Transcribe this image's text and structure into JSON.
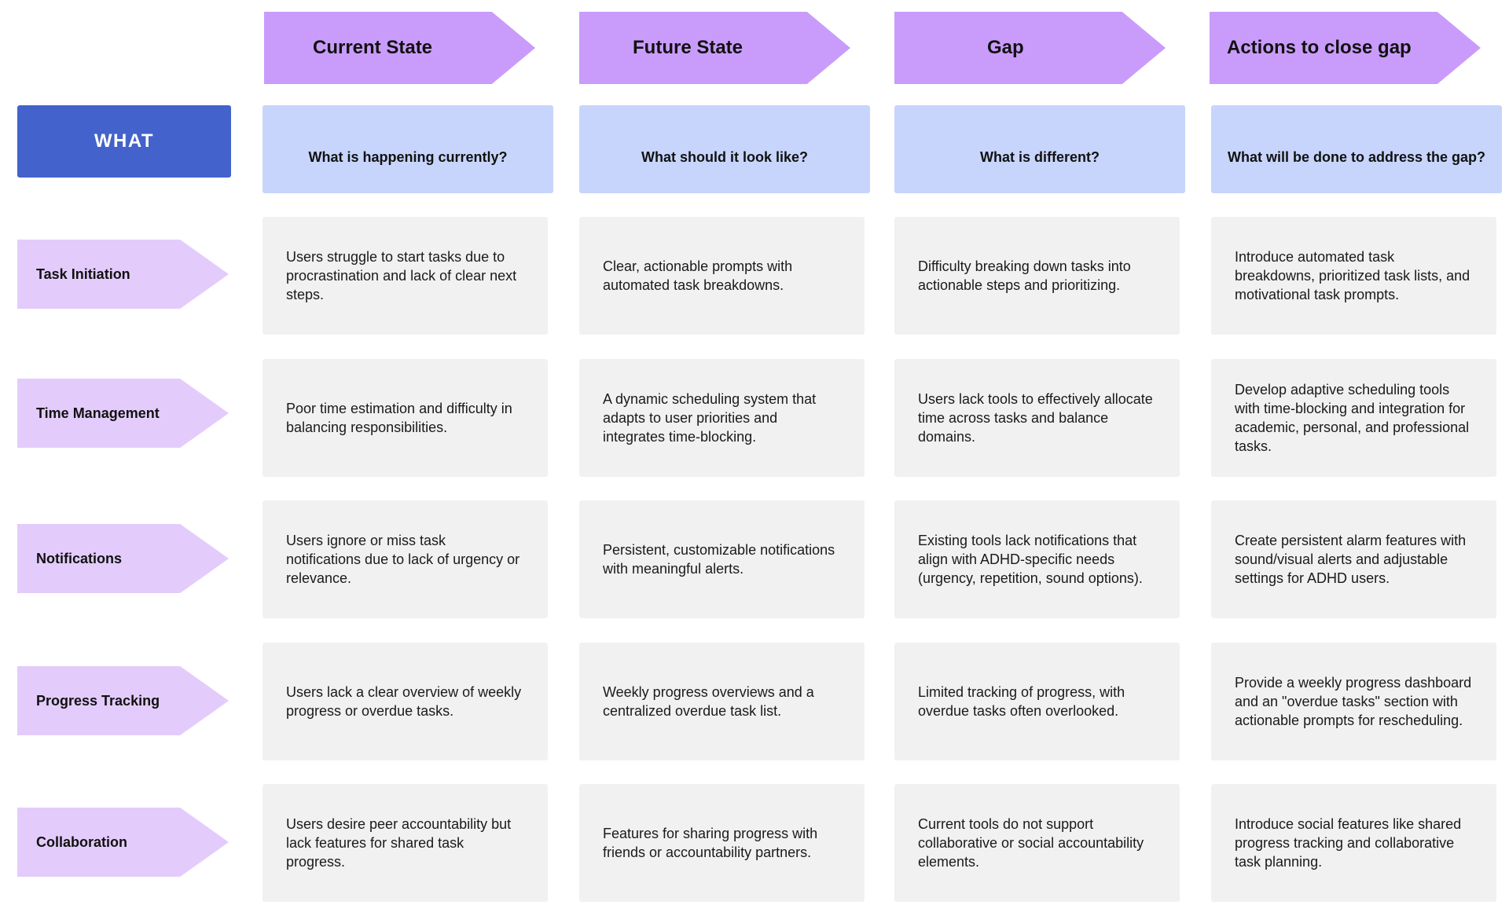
{
  "columns": [
    {
      "title": "Current State",
      "question": "What is happening currently?"
    },
    {
      "title": "Future State",
      "question": "What should it look like?"
    },
    {
      "title": "Gap",
      "question": "What is different?"
    },
    {
      "title": "Actions to close gap",
      "question": "What will be done to address the gap?"
    }
  ],
  "what_label": "WHAT",
  "rows": [
    {
      "label": "Task Initiation",
      "cells": [
        "Users struggle to start tasks due to procrastination and lack of clear next steps.",
        "Clear, actionable prompts with automated task breakdowns.",
        "Difficulty breaking down tasks into actionable steps and prioritizing.",
        "Introduce automated task breakdowns, prioritized task lists, and motivational task prompts."
      ]
    },
    {
      "label": "Time Management",
      "cells": [
        "Poor time estimation and difficulty in balancing responsibilities.",
        "A dynamic scheduling system that adapts to user priorities and integrates time-blocking.",
        "Users lack tools to effectively allocate time across tasks and balance domains.",
        "Develop adaptive scheduling tools with time-blocking and integration for academic, personal, and professional tasks."
      ]
    },
    {
      "label": "Notifications",
      "cells": [
        "Users ignore or miss task notifications due to lack of urgency or relevance.",
        "Persistent, customizable notifications with meaningful alerts.",
        "Existing tools lack notifications that align with ADHD-specific needs (urgency, repetition, sound options).",
        "Create persistent alarm features with sound/visual alerts and adjustable settings for ADHD users."
      ]
    },
    {
      "label": "Progress Tracking",
      "cells": [
        "Users lack a clear overview of weekly progress or overdue tasks.",
        "Weekly progress overviews and a centralized overdue task list.",
        "Limited tracking of progress, with overdue tasks often overlooked.",
        "Provide a weekly progress dashboard and an \"overdue tasks\" section with actionable prompts for rescheduling."
      ]
    },
    {
      "label": "Collaboration",
      "cells": [
        "Users desire peer accountability but lack features for shared task progress.",
        "Features for sharing progress with friends or accountability partners.",
        "Current tools do not support collaborative or social accountability elements.",
        "Introduce social features like shared progress tracking and collaborative task planning."
      ]
    }
  ],
  "colors": {
    "column_header": "#c99cfb",
    "what_box": "#4362cb",
    "question_box": "#c7d5fc",
    "row_label": "#e3ccfc",
    "cell": "#f1f1f1"
  }
}
